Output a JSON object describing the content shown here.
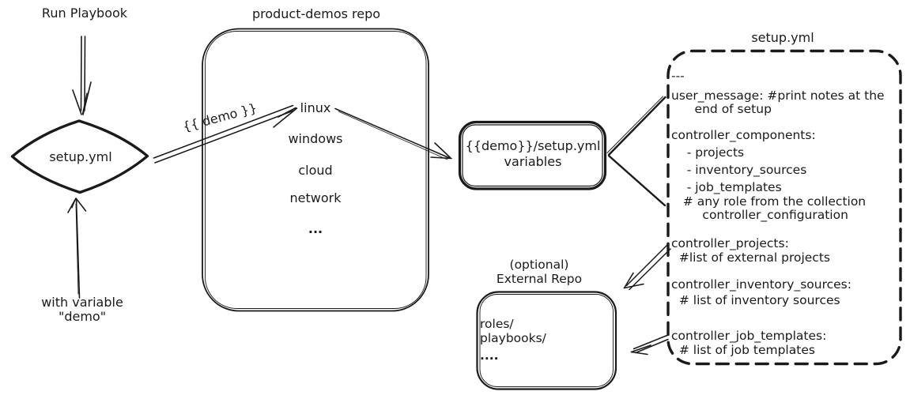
{
  "colors": {
    "ink": "#1a1a1a",
    "background": "#ffffff"
  },
  "left_flow": {
    "run_playbook_label": "Run Playbook",
    "diamond_label": "setup.yml",
    "with_variable_label_line1": "with variable",
    "with_variable_label_line2": "\"demo\""
  },
  "repo": {
    "title": "product-demos repo",
    "items": [
      "linux",
      "windows",
      "cloud",
      "network",
      "..."
    ]
  },
  "demo_arrow_label": "{{ demo }}",
  "variables_box": {
    "line1": "{{demo}}/setup.yml",
    "line2": "variables"
  },
  "setup_yml": {
    "title": "setup.yml",
    "lines": [
      "---",
      "user_message: #print notes at the",
      "      end of setup",
      "controller_components:",
      "    - projects",
      "    - inventory_sources",
      "    - job_templates",
      "   # any role from the collection",
      "        controller_configuration",
      "controller_projects:",
      "  #list of external projects",
      "controller_inventory_sources:",
      "  # list of inventory sources",
      "controller_job_templates:",
      "  # list of job templates"
    ]
  },
  "external_repo": {
    "label_line1": "(optional)",
    "label_line2": "External Repo",
    "items": [
      "roles/",
      "playbooks/",
      "...."
    ]
  }
}
